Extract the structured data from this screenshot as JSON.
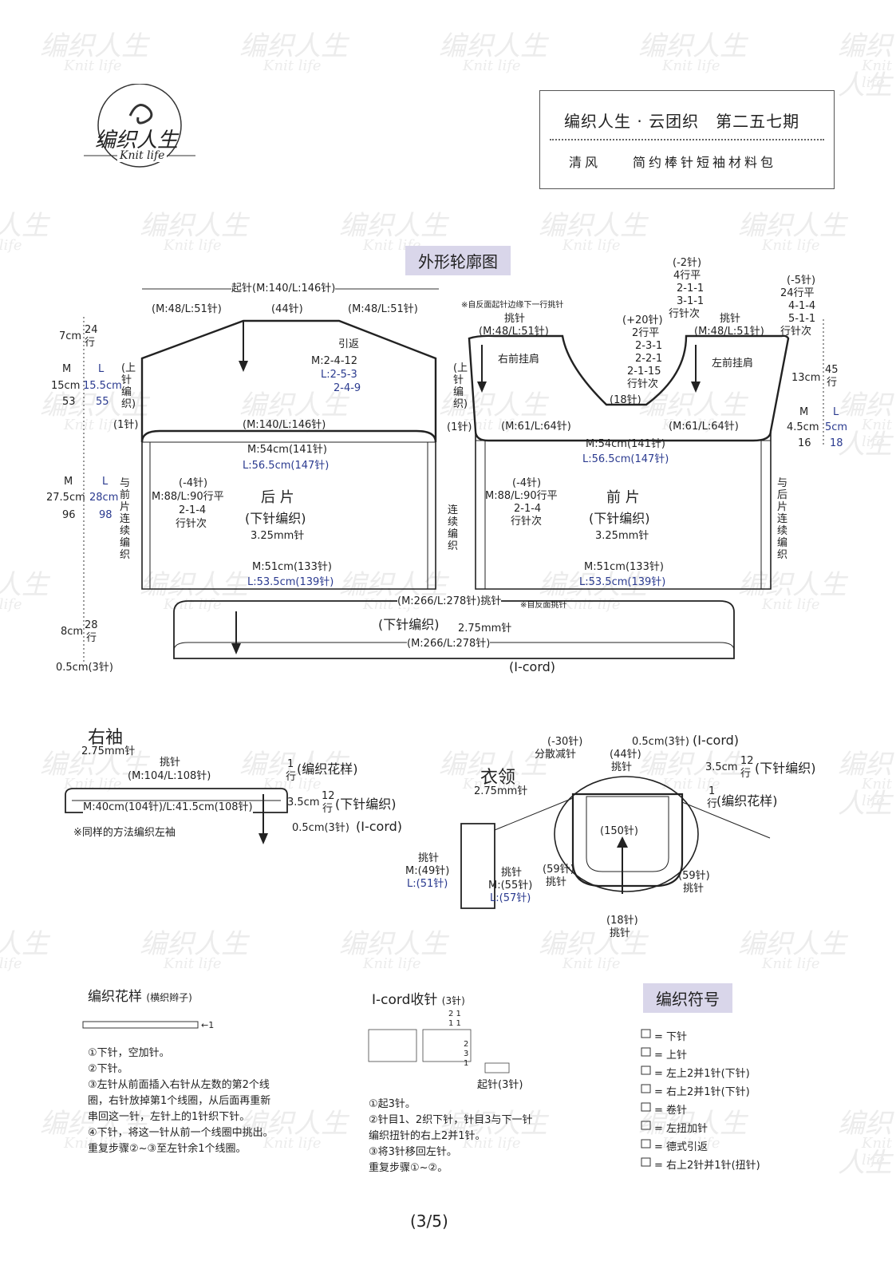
{
  "watermark": {
    "text": "编织人生",
    "sub": "Knit life"
  },
  "logo": {
    "cn": "编织人生",
    "en": "Knit life"
  },
  "header": {
    "line1": "编织人生 · 云团织　第二五七期",
    "line2": "清风　　简约棒针短袖材料包"
  },
  "section_titles": {
    "outline": "外形轮廓图",
    "symbols": "编织符号"
  },
  "back": {
    "cast_on": "起针(M:140/L:146针)",
    "top_left": "(M:48/L:51针)",
    "top_mid": "(44针)",
    "top_right": "(M:48/L:51针)",
    "h7": "7cm",
    "r24": "24",
    "r_unit": "行",
    "m": "M",
    "l": "L",
    "h15": "15cm",
    "h155": "15.5cm",
    "r53": "53",
    "r55": "55",
    "upper_knit": "(上针编织)",
    "one_st": "(1针)",
    "short_rows": "引返",
    "sr_m": "M:2-4-12",
    "sr_l1": "L:2-5-3",
    "sr_l2": "2-4-9",
    "yoke_sts": "(M:140/L:146针)",
    "width_m": "M:54cm(141针)",
    "width_l": "L:56.5cm(147针)",
    "h275": "27.5cm",
    "h28": "28cm",
    "r96": "96",
    "r98": "98",
    "side_note": "与前片连续编织",
    "dec1": "(-4针)",
    "dec2": "M:88/L:90行平",
    "dec3": "2-1-4",
    "dec4": "行针次",
    "name": "后 片",
    "stitch": "(下针编织)",
    "needle": "3.25mm针",
    "bottom_m": "M:51cm(133针)",
    "bottom_l": "L:53.5cm(139针)"
  },
  "front": {
    "note_top": "※自反面起针边缘下一行挑针",
    "pick": "挑针",
    "left_sts": "(M:48/L:51针)",
    "right_sts": "(M:48/L:51针)",
    "right_shoulder": "右前挂肩",
    "left_shoulder": "左前挂肩",
    "neck1": "(-2针)",
    "neck2": "4行平",
    "neck3": "2-1-1",
    "neck4": "3-1-1",
    "neck5": "行针次",
    "inc1": "(+20针)",
    "inc2": "2行平",
    "inc3": "2-3-1",
    "inc4": "2-2-1",
    "inc5": "2-1-15",
    "inc6": "行针次",
    "r1": "(-5针)",
    "r2": "24行平",
    "r3": "4-1-4",
    "r4": "5-1-1",
    "r5": "行针次",
    "h13": "13cm",
    "r45": "45",
    "r_unit": "行",
    "center": "(18针)",
    "yl": "(M:61/L:64针)",
    "yr": "(M:61/L:64针)",
    "m": "M",
    "l": "L",
    "h45": "4.5cm",
    "h5": "5cm",
    "r16": "16",
    "r18": "18",
    "upper_knit": "(上针编织)",
    "one_st": "(1针)",
    "width_m": "M:54cm(141针)",
    "width_l": "L:56.5cm(147针)",
    "dec1": "(-4针)",
    "dec2": "M:88/L:90行平",
    "dec3": "2-1-4",
    "dec4": "行针次",
    "side_left": "连续编织",
    "side_right": "与后片连续编织",
    "name": "前 片",
    "stitch": "(下针编织)",
    "needle": "3.25mm针",
    "bottom_m": "M:51cm(133针)",
    "bottom_l": "L:53.5cm(139针)"
  },
  "hem": {
    "pick": "(M:266/L:278针)挑针",
    "pick_note": "※自反面挑针",
    "h8": "8cm",
    "r28": "28",
    "r_unit": "行",
    "stitch": "(下针编织)",
    "needle": "2.75mm针",
    "bottom": "(M:266/L:278针)",
    "h05": "0.5cm(3针)",
    "icord": "(I-cord)"
  },
  "sleeve": {
    "title": "右袖",
    "needle": "2.75mm针",
    "pick": "挑针",
    "pick_sts": "(M:104/L:108针)",
    "width": "M:40cm(104针)/L:41.5cm(108针)",
    "r1": "1",
    "r_unit": "行",
    "pattern": "(编织花样)",
    "h35": "3.5cm",
    "r12": "12",
    "stitch": "(下针编织)",
    "h05": "0.5cm(3针)",
    "icord": "(I-cord)",
    "note": "※同样的方法编织左袖"
  },
  "collar": {
    "title": "衣领",
    "needle": "2.75mm针",
    "dec": "(-30针)",
    "dec2": "分散减针",
    "top": "(44针)",
    "top2": "挑针",
    "h05": "0.5cm(3针)",
    "icord": "(I-cord)",
    "h35": "3.5cm",
    "r12": "12",
    "r_unit": "行",
    "stitch": "(下针编织)",
    "r1": "1",
    "pattern": "(编织花样)",
    "center": "(150针)",
    "l_pick": "挑针",
    "l_m": "M:(49针)",
    "l_l": "L:(51针)",
    "m_pick": "挑针",
    "m_m": "M:(55针)",
    "m_l": "L:(57针)",
    "p59a": "(59针)",
    "p59a2": "挑针",
    "p59b": "(59针)",
    "p59b2": "挑针",
    "p18": "(18针)",
    "p18b": "挑针"
  },
  "pattern": {
    "title": "编织花样",
    "sub": "(横织辫子)",
    "arrow_row": "←1",
    "steps": [
      "①下针，空加针。",
      "②下针。",
      "③左针从前面插入右针从左数的第2个线",
      "圈，右针放掉第1个线圈，从后面再重新",
      "串回这一针，左针上的1针织下针。",
      "④下针，将这一针从前一个线圈中挑出。",
      "重复步骤②~③至左针余1个线圈。"
    ]
  },
  "icord": {
    "title": "I-cord收针",
    "sub": "(3针)",
    "col_top": "2 1",
    "col_top2": "1 1",
    "r2": "2",
    "r3": "3",
    "r1": "1",
    "cast": "起针(3针)",
    "steps": [
      "①起3针。",
      "②针目1、2织下针，针目3与下一针",
      "编织扭针的右上2并1针。",
      "③将3针移回左针。",
      "重复步骤①~②。"
    ]
  },
  "symbols": {
    "items": [
      "= 下针",
      "= 上针",
      "= 左上2并1针(下针)",
      "= 右上2并1针(下针)",
      "= 卷针",
      "= 左扭加针",
      "= 德式引返",
      "= 右上2针并1针(扭针)"
    ]
  },
  "page": "(3/5)"
}
